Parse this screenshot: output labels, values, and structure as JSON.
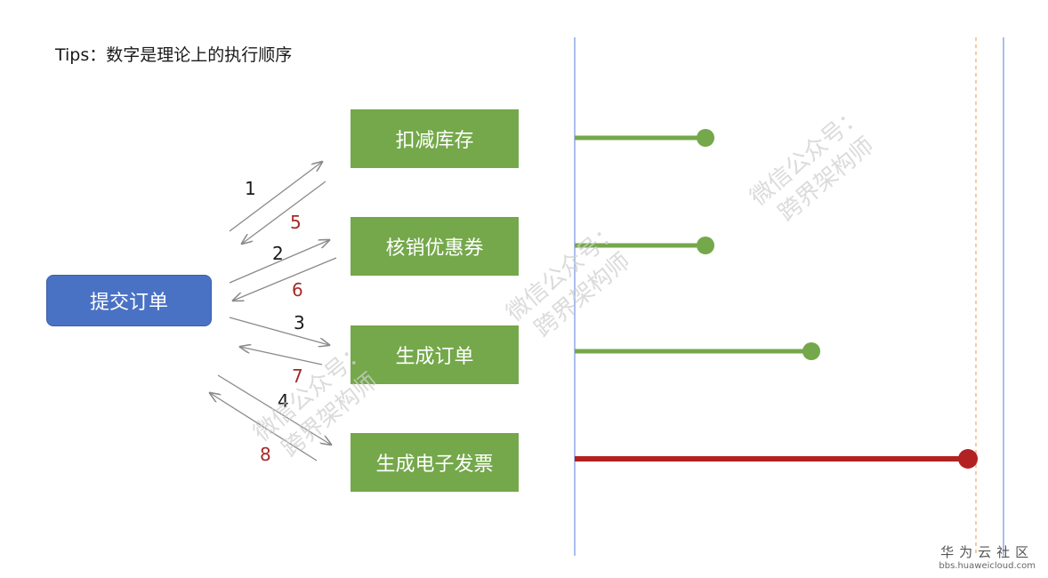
{
  "tips": "Tips：数字是理论上的执行顺序",
  "submit_label": "提交订单",
  "tasks": [
    {
      "label": "扣减库存"
    },
    {
      "label": "核销优惠券"
    },
    {
      "label": "生成订单"
    },
    {
      "label": "生成电子发票"
    }
  ],
  "steps_out": [
    "1",
    "2",
    "3",
    "4"
  ],
  "steps_back": [
    "5",
    "6",
    "7",
    "8"
  ],
  "watermark": {
    "line1": "微信公众号：",
    "line2": "跨界架构师"
  },
  "site": {
    "name": "华为云社区",
    "url": "bbs.huaweicloud.com"
  },
  "colors": {
    "task": "#74a84a",
    "submit": "#4a72c4",
    "slow": "#b22222",
    "out_num": "#1a1a1a",
    "back_num": "#a52a2a"
  }
}
